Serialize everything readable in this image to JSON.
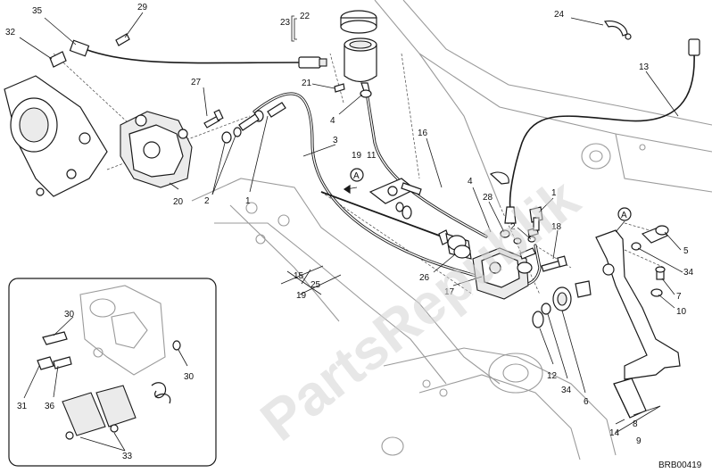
{
  "diagram": {
    "watermark": "PartsRepublik",
    "drawing_code": "BRB00419",
    "callouts": {
      "c35": "35",
      "c29": "29",
      "c32": "32",
      "c23": "23",
      "c22": "22",
      "c24": "24",
      "c13": "13",
      "c21": "21",
      "c27": "27",
      "c4a": "4",
      "c3": "3",
      "c16": "16",
      "c19a": "19",
      "c11": "11",
      "c20": "20",
      "c2a": "2",
      "c1a": "1",
      "c4b": "4",
      "c28": "28",
      "c1b": "1",
      "c2b": "2",
      "c18": "18",
      "c5": "5",
      "c34a": "34",
      "c7": "7",
      "c10": "10",
      "c15": "15",
      "c25": "25",
      "c19b": "19",
      "c26": "26",
      "c17": "17",
      "c30a": "30",
      "c30b": "30",
      "c31": "31",
      "c36": "36",
      "c33": "33",
      "c12": "12",
      "c34b": "34",
      "c6": "6",
      "c14": "14",
      "c8": "8",
      "c9": "9"
    },
    "markers": {
      "a1": "A",
      "a2": "A"
    }
  }
}
